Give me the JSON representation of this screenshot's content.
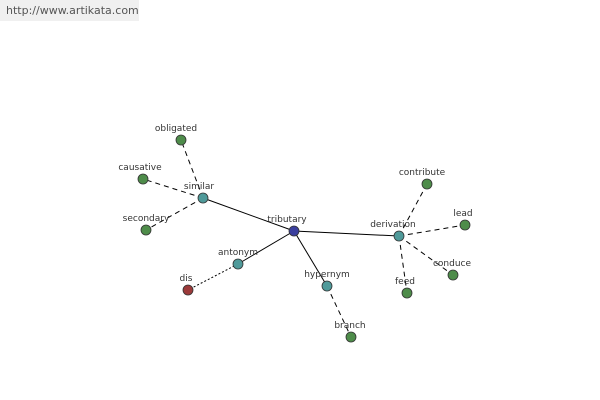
{
  "header": {
    "url": "http://www.artikata.com"
  },
  "graph": {
    "center": "tributary",
    "relations": [
      "similar",
      "antonym",
      "hypernym",
      "derivation"
    ],
    "words": {
      "similar": [
        "obligated",
        "causative",
        "secondary"
      ],
      "antonym": [
        "dis"
      ],
      "hypernym": [
        "branch"
      ],
      "derivation": [
        "contribute",
        "lead",
        "conduce",
        "feed"
      ]
    },
    "colors": {
      "center": "#3b3f9e",
      "relation": "#4f9a9a",
      "word": "#4e8c4a",
      "antonym_word": "#9c3a3a",
      "edge": "#000000",
      "banner": "#f0f0f0"
    }
  }
}
